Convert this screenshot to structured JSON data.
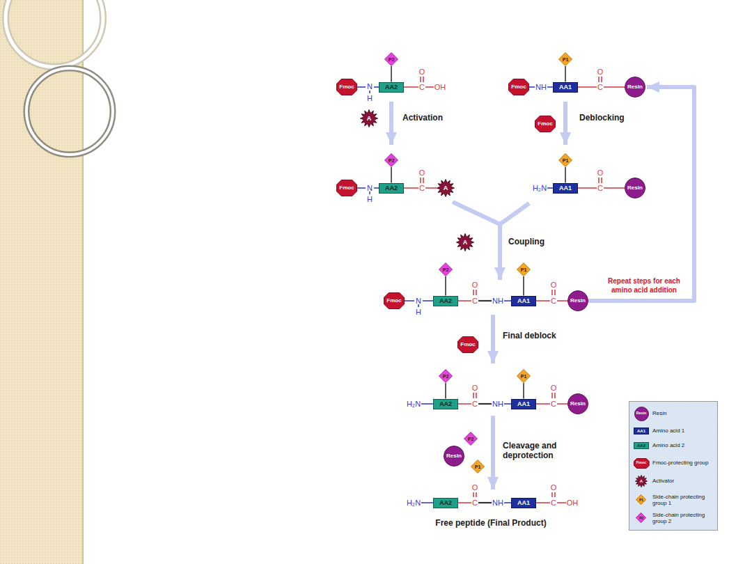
{
  "diagram": {
    "nodes": [
      {
        "text": [
          "P2"
        ]
      },
      {
        "text": [
          "Fmoc"
        ]
      },
      {
        "text": [
          "AA2"
        ]
      },
      {
        "text": [
          "P1"
        ]
      },
      {
        "text": [
          "Fmoc"
        ]
      },
      {
        "text": [
          "AA1"
        ]
      },
      {
        "text": [
          "Resin"
        ]
      },
      {
        "text": [
          "A"
        ]
      },
      {
        "text": [
          "Fmoc"
        ]
      },
      {
        "text": [
          "P2"
        ]
      },
      {
        "text": [
          "Fmoc"
        ]
      },
      {
        "text": [
          "AA2"
        ]
      },
      {
        "text": [
          "A"
        ]
      },
      {
        "text": [
          "P1"
        ]
      },
      {
        "text": [
          "AA1"
        ]
      },
      {
        "text": [
          "Resin"
        ]
      },
      {
        "text": [
          "A"
        ]
      },
      {
        "text": [
          "P2"
        ]
      },
      {
        "text": [
          "P1"
        ]
      },
      {
        "text": [
          "Fmoc"
        ]
      },
      {
        "text": [
          "AA2"
        ]
      },
      {
        "text": [
          "AA1"
        ]
      },
      {
        "text": [
          "Resin"
        ]
      },
      {
        "text": [
          "Fmoc"
        ]
      },
      {
        "text": [
          "P2"
        ]
      },
      {
        "text": [
          "P1"
        ]
      },
      {
        "text": [
          "AA2"
        ]
      },
      {
        "text": [
          "AA1"
        ]
      },
      {
        "text": [
          "Resin"
        ]
      },
      {
        "text": [
          "P2"
        ]
      },
      {
        "text": [
          "Resin"
        ]
      },
      {
        "text": [
          "P1"
        ]
      },
      {
        "text": [
          "AA2"
        ]
      },
      {
        "text": [
          "AA1"
        ]
      }
    ],
    "edges": [
      {
        "from": 0,
        "to": 2,
        "arrow": "none"
      },
      {
        "from": 3,
        "to": 5,
        "arrow": "none"
      },
      {
        "from": 9,
        "to": 11,
        "arrow": "none"
      },
      {
        "from": 13,
        "to": 14,
        "arrow": "none"
      },
      {
        "from": 17,
        "to": 20,
        "arrow": "none"
      },
      {
        "from": 18,
        "to": 21,
        "arrow": "none"
      },
      {
        "from": 22,
        "to": 6,
        "arrow": "to"
      },
      {
        "from": 24,
        "to": 26,
        "arrow": "none"
      },
      {
        "from": 25,
        "to": 27,
        "arrow": "none"
      }
    ],
    "labels": [
      "N",
      "H",
      "C",
      "O",
      "OH",
      "NH",
      "C",
      "O",
      "Activation",
      "Deblocking",
      "N",
      "H",
      "C",
      "O",
      "H₂N",
      "C",
      "O",
      "Coupling",
      "N",
      "H",
      "C",
      "O",
      "NH",
      "C",
      "O",
      "Repeat steps for each amino acid addition",
      "Final deblock",
      "H₂N",
      "C",
      "O",
      "NH",
      "C",
      "O",
      "Cleavage and deprotection",
      "H₂N",
      "C",
      "O",
      "NH",
      "C",
      "O",
      "OH",
      "Free peptide (Final Product)",
      "Resin",
      "AA1",
      "AA2",
      "Fmoc",
      "A",
      "P1",
      "P2"
    ],
    "legend": [
      {
        "text": "Resin"
      },
      {
        "text": "Amino acid 1"
      },
      {
        "text": "Amino acid 2"
      },
      {
        "text": "Fmoc-protecting group"
      },
      {
        "text": "Activator"
      },
      {
        "text": "Side-chain protecting group 1"
      },
      {
        "text": "Side-chain protecting group 2"
      }
    ]
  }
}
